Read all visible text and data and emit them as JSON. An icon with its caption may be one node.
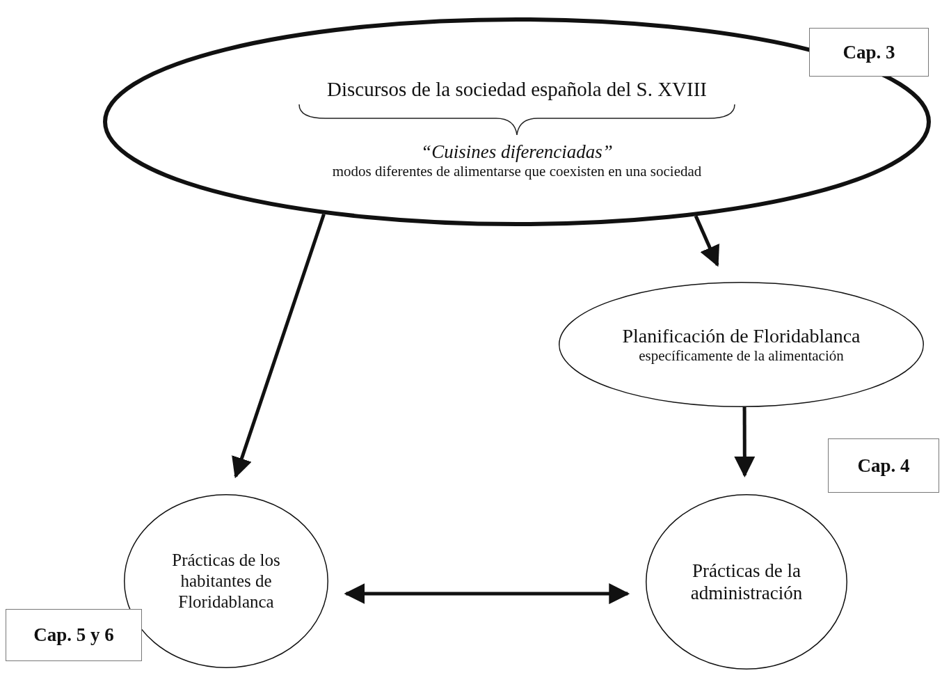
{
  "diagram": {
    "nodes": [
      {
        "text": [
          "Discursos de la sociedad española del S. XVIII",
          "“Cuisines diferenciadas”",
          "modos diferentes de alimentarse que coexisten en una sociedad"
        ]
      },
      {
        "text": [
          "Cap. 3"
        ]
      },
      {
        "text": [
          "Planificación de Floridablanca",
          "específicamente de la alimentación"
        ]
      },
      {
        "text": [
          "Cap. 4"
        ]
      },
      {
        "text": [
          "Prácticas de los habitantes de Floridablanca"
        ]
      },
      {
        "text": [
          "Cap. 5 y 6"
        ]
      },
      {
        "text": [
          "Prácticas de la administración"
        ]
      }
    ],
    "edges": [
      {
        "from": 0,
        "to": 4,
        "arrow": "to"
      },
      {
        "from": 0,
        "to": 2,
        "arrow": "to"
      },
      {
        "from": 2,
        "to": 6,
        "arrow": "to"
      },
      {
        "from": 4,
        "to": 6,
        "arrow": "both"
      }
    ]
  }
}
